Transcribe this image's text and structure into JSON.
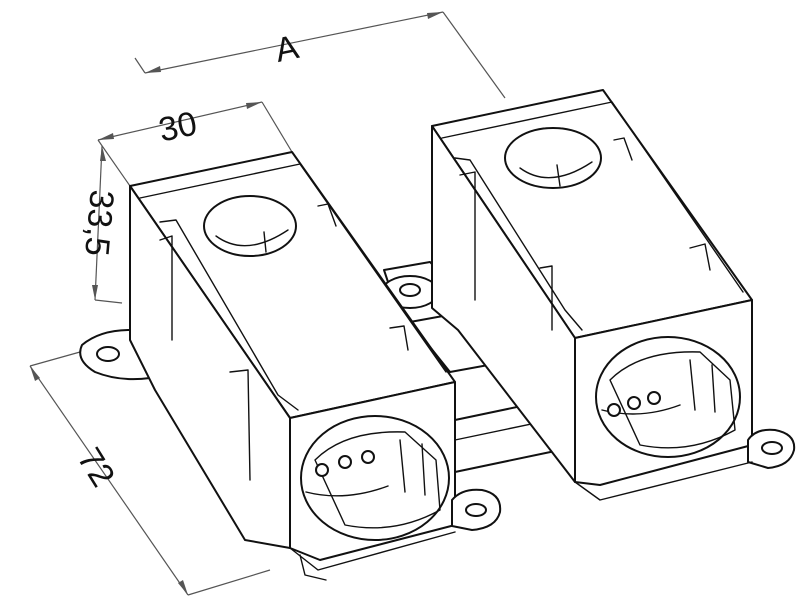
{
  "dimensions": {
    "width_total": "A",
    "width_module": "30",
    "height": "33,5",
    "depth": "72"
  }
}
